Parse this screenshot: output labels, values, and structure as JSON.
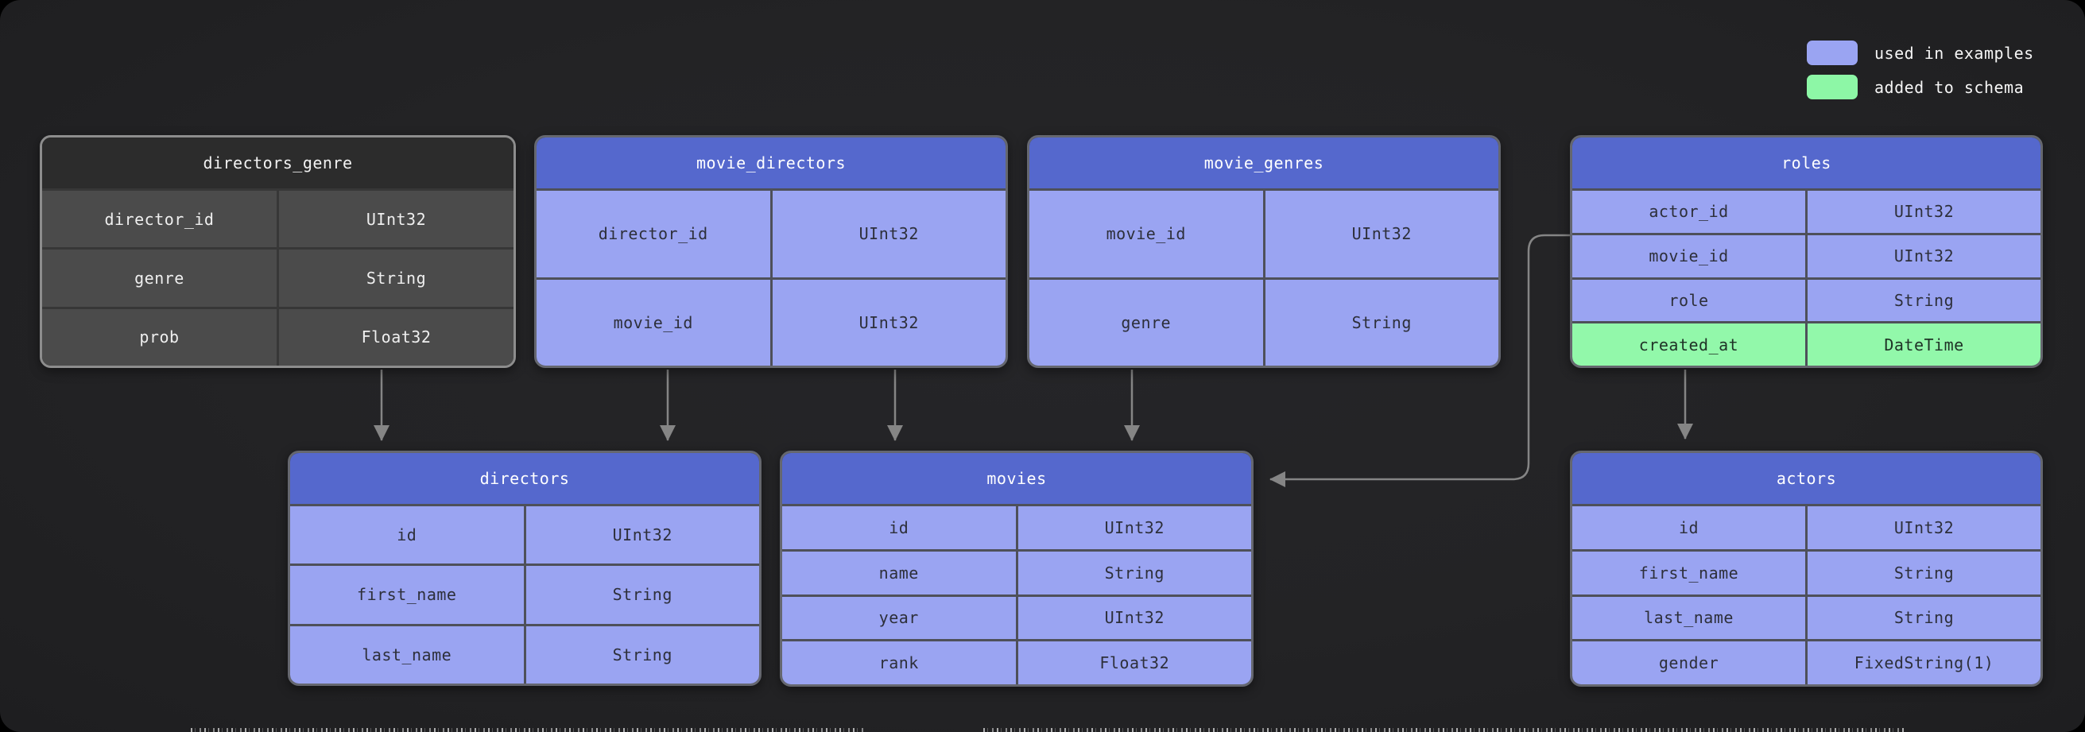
{
  "palette": {
    "panel_background": "#232325",
    "table_header_blue": "#5568cd",
    "table_row_blue": "#9aa4f2",
    "table_header_gray": "#2c2c2c",
    "table_row_gray": "#4b4b4b",
    "highlight_green": "#92f8aa",
    "arrow_gray": "#858585"
  },
  "legend": {
    "items": [
      {
        "label": "used in examples",
        "color": "#9aa4f2"
      },
      {
        "label": "added to schema",
        "color": "#8df7a6"
      }
    ]
  },
  "tables": [
    {
      "title": "directors_genre",
      "style": "gray",
      "fields": [
        {
          "name": "director_id",
          "type": "UInt32"
        },
        {
          "name": "genre",
          "type": "String"
        },
        {
          "name": "prob",
          "type": "Float32"
        }
      ]
    },
    {
      "title": "movie_directors",
      "style": "blue",
      "fields": [
        {
          "name": "director_id",
          "type": "UInt32"
        },
        {
          "name": "movie_id",
          "type": "UInt32"
        }
      ]
    },
    {
      "title": "movie_genres",
      "style": "blue",
      "fields": [
        {
          "name": "movie_id",
          "type": "UInt32"
        },
        {
          "name": "genre",
          "type": "String"
        }
      ]
    },
    {
      "title": "roles",
      "style": "blue",
      "fields": [
        {
          "name": "actor_id",
          "type": "UInt32"
        },
        {
          "name": "movie_id",
          "type": "UInt32"
        },
        {
          "name": "role",
          "type": "String"
        },
        {
          "name": "created_at",
          "type": "DateTime",
          "highlight": "added_to_schema"
        }
      ]
    },
    {
      "title": "directors",
      "style": "blue",
      "fields": [
        {
          "name": "id",
          "type": "UInt32"
        },
        {
          "name": "first_name",
          "type": "String"
        },
        {
          "name": "last_name",
          "type": "String"
        }
      ]
    },
    {
      "title": "movies",
      "style": "blue",
      "fields": [
        {
          "name": "id",
          "type": "UInt32"
        },
        {
          "name": "name",
          "type": "String"
        },
        {
          "name": "year",
          "type": "UInt32"
        },
        {
          "name": "rank",
          "type": "Float32"
        }
      ]
    },
    {
      "title": "actors",
      "style": "blue",
      "fields": [
        {
          "name": "id",
          "type": "UInt32"
        },
        {
          "name": "first_name",
          "type": "String"
        },
        {
          "name": "last_name",
          "type": "String"
        },
        {
          "name": "gender",
          "type": "FixedString(1)"
        }
      ]
    }
  ],
  "relations": [
    {
      "from": "directors_genre",
      "to": "directors"
    },
    {
      "from": "movie_directors.director_id",
      "to": "directors"
    },
    {
      "from": "movie_directors.movie_id",
      "to": "movies"
    },
    {
      "from": "movie_genres",
      "to": "movies"
    },
    {
      "from": "roles.movie_id",
      "to": "movies"
    },
    {
      "from": "roles",
      "to": "actors"
    }
  ]
}
